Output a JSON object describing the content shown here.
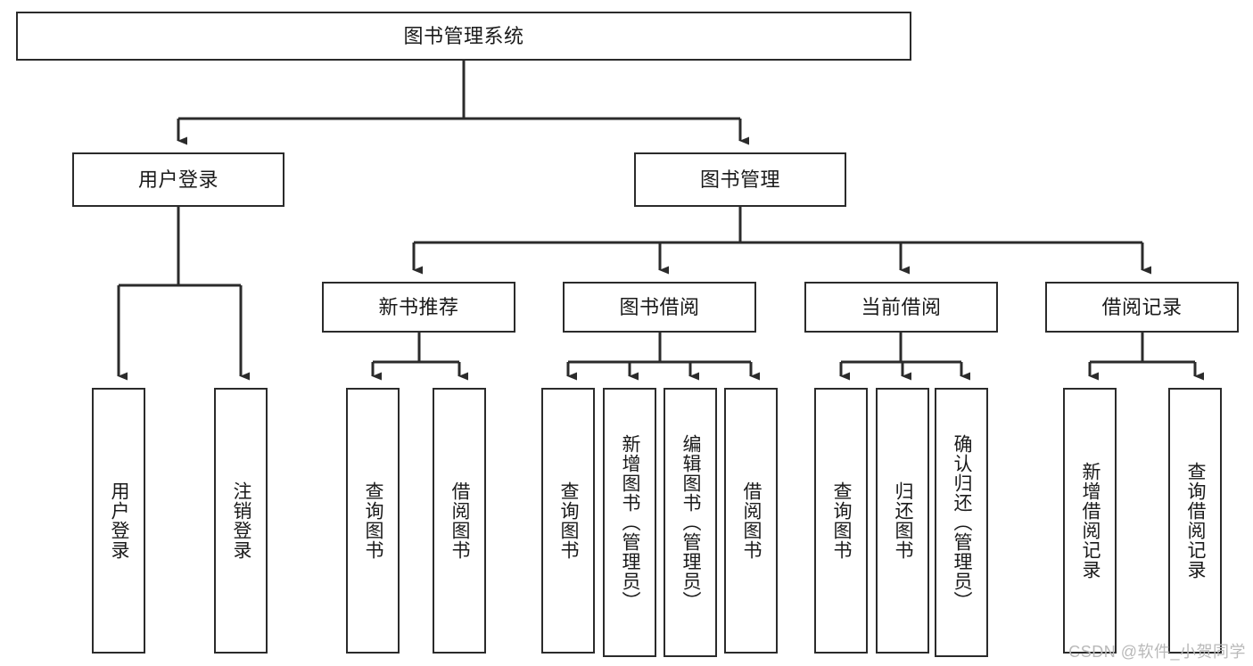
{
  "diagram": {
    "title": "图书管理系统",
    "type": "tree-hierarchy",
    "watermark": "CSDN @软件_小贺同学",
    "colors": {
      "stroke": "#2b2b2b",
      "fill": "#ffffff",
      "text": "#1a1a1a",
      "watermark": "#b9b9b9"
    },
    "levels": {
      "root": "图书管理系统",
      "level2": [
        "用户登录",
        "图书管理"
      ],
      "level3": [
        "新书推荐",
        "图书借阅",
        "当前借阅",
        "借阅记录"
      ]
    }
  },
  "nodes": {
    "root": {
      "label": "图书管理系统",
      "orientation": "horizontal"
    },
    "user_login": {
      "label": "用户登录",
      "orientation": "horizontal"
    },
    "book_manage": {
      "label": "图书管理",
      "orientation": "horizontal"
    },
    "new_book_rec": {
      "label": "新书推荐",
      "orientation": "horizontal"
    },
    "book_borrow": {
      "label": "图书借阅",
      "orientation": "horizontal"
    },
    "current_borrow": {
      "label": "当前借阅",
      "orientation": "horizontal"
    },
    "borrow_record": {
      "label": "借阅记录",
      "orientation": "horizontal"
    },
    "leaf_user_login": {
      "label": "用户登录",
      "orientation": "vertical"
    },
    "leaf_logout": {
      "label": "注销登录",
      "orientation": "vertical"
    },
    "leaf_query_book_1": {
      "label": "查询图书",
      "orientation": "vertical"
    },
    "leaf_borrow_book_1": {
      "label": "借阅图书",
      "orientation": "vertical"
    },
    "leaf_query_book_2": {
      "label": "查询图书",
      "orientation": "vertical"
    },
    "leaf_add_book": {
      "label": "新增图书（管理员）",
      "orientation": "vertical"
    },
    "leaf_edit_book": {
      "label": "编辑图书（管理员）",
      "orientation": "vertical"
    },
    "leaf_borrow_book_2": {
      "label": "借阅图书",
      "orientation": "vertical"
    },
    "leaf_query_book_3": {
      "label": "查询图书",
      "orientation": "vertical"
    },
    "leaf_return_book": {
      "label": "归还图书",
      "orientation": "vertical"
    },
    "leaf_confirm_return": {
      "label": "确认归还（管理员）",
      "orientation": "vertical"
    },
    "leaf_add_record": {
      "label": "新增借阅记录",
      "orientation": "vertical"
    },
    "leaf_query_record": {
      "label": "查询借阅记录",
      "orientation": "vertical"
    }
  }
}
